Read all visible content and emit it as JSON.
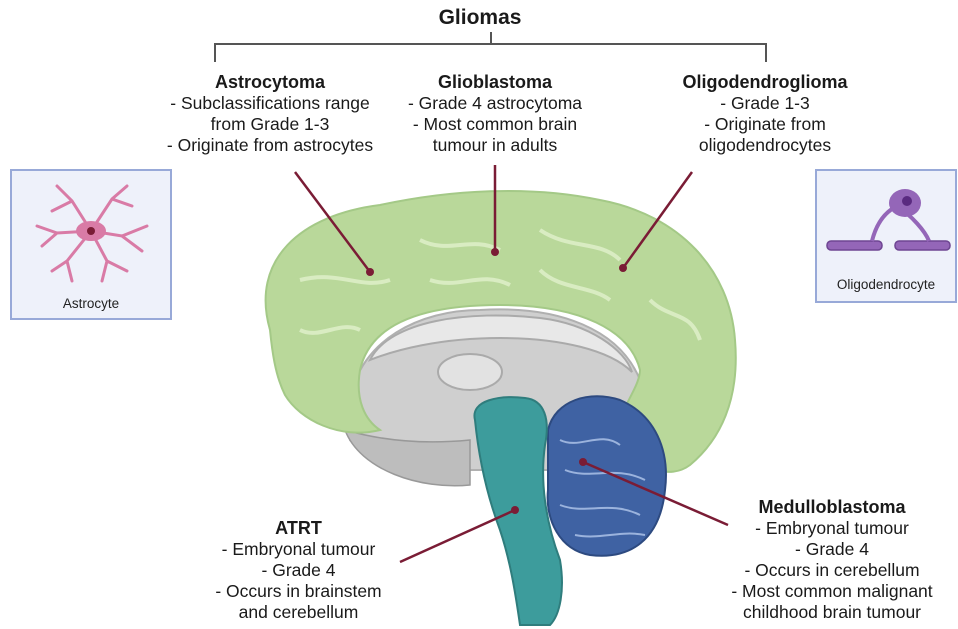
{
  "title": "Gliomas",
  "astrocytoma": {
    "title": "Astrocytoma",
    "lines": [
      "- Subclassifications range",
      "from Grade 1-3",
      "- Originate from astrocytes"
    ]
  },
  "glioblastoma": {
    "title": "Glioblastoma",
    "lines": [
      "- Grade 4 astrocytoma",
      "- Most common brain",
      "tumour in adults"
    ]
  },
  "oligodendroglioma": {
    "title": "Oligodendroglioma",
    "lines": [
      "- Grade 1-3",
      "- Originate from",
      "oligodendrocytes"
    ]
  },
  "atrt": {
    "title": "ATRT",
    "lines": [
      "- Embryonal tumour",
      "- Grade 4",
      "- Occurs in brainstem",
      "and cerebellum"
    ]
  },
  "medulloblastoma": {
    "title": "Medulloblastoma",
    "lines": [
      "- Embryonal tumour",
      "- Grade 4",
      "- Occurs in cerebellum",
      "- Most common malignant",
      "childhood brain tumour"
    ]
  },
  "astrocyte_box": {
    "caption": "Astrocyte"
  },
  "oligodendrocyte_box": {
    "caption": "Oligodendrocyte"
  },
  "colors": {
    "cortex": "#b9d89a",
    "cortex_outline": "#d9ecc2",
    "brainstem": "#3d9c9c",
    "cerebellum": "#3f62a3",
    "leader": "#7a1c35",
    "astrocyte": "#d97ba6",
    "oligodendrocyte": "#9466b8"
  }
}
